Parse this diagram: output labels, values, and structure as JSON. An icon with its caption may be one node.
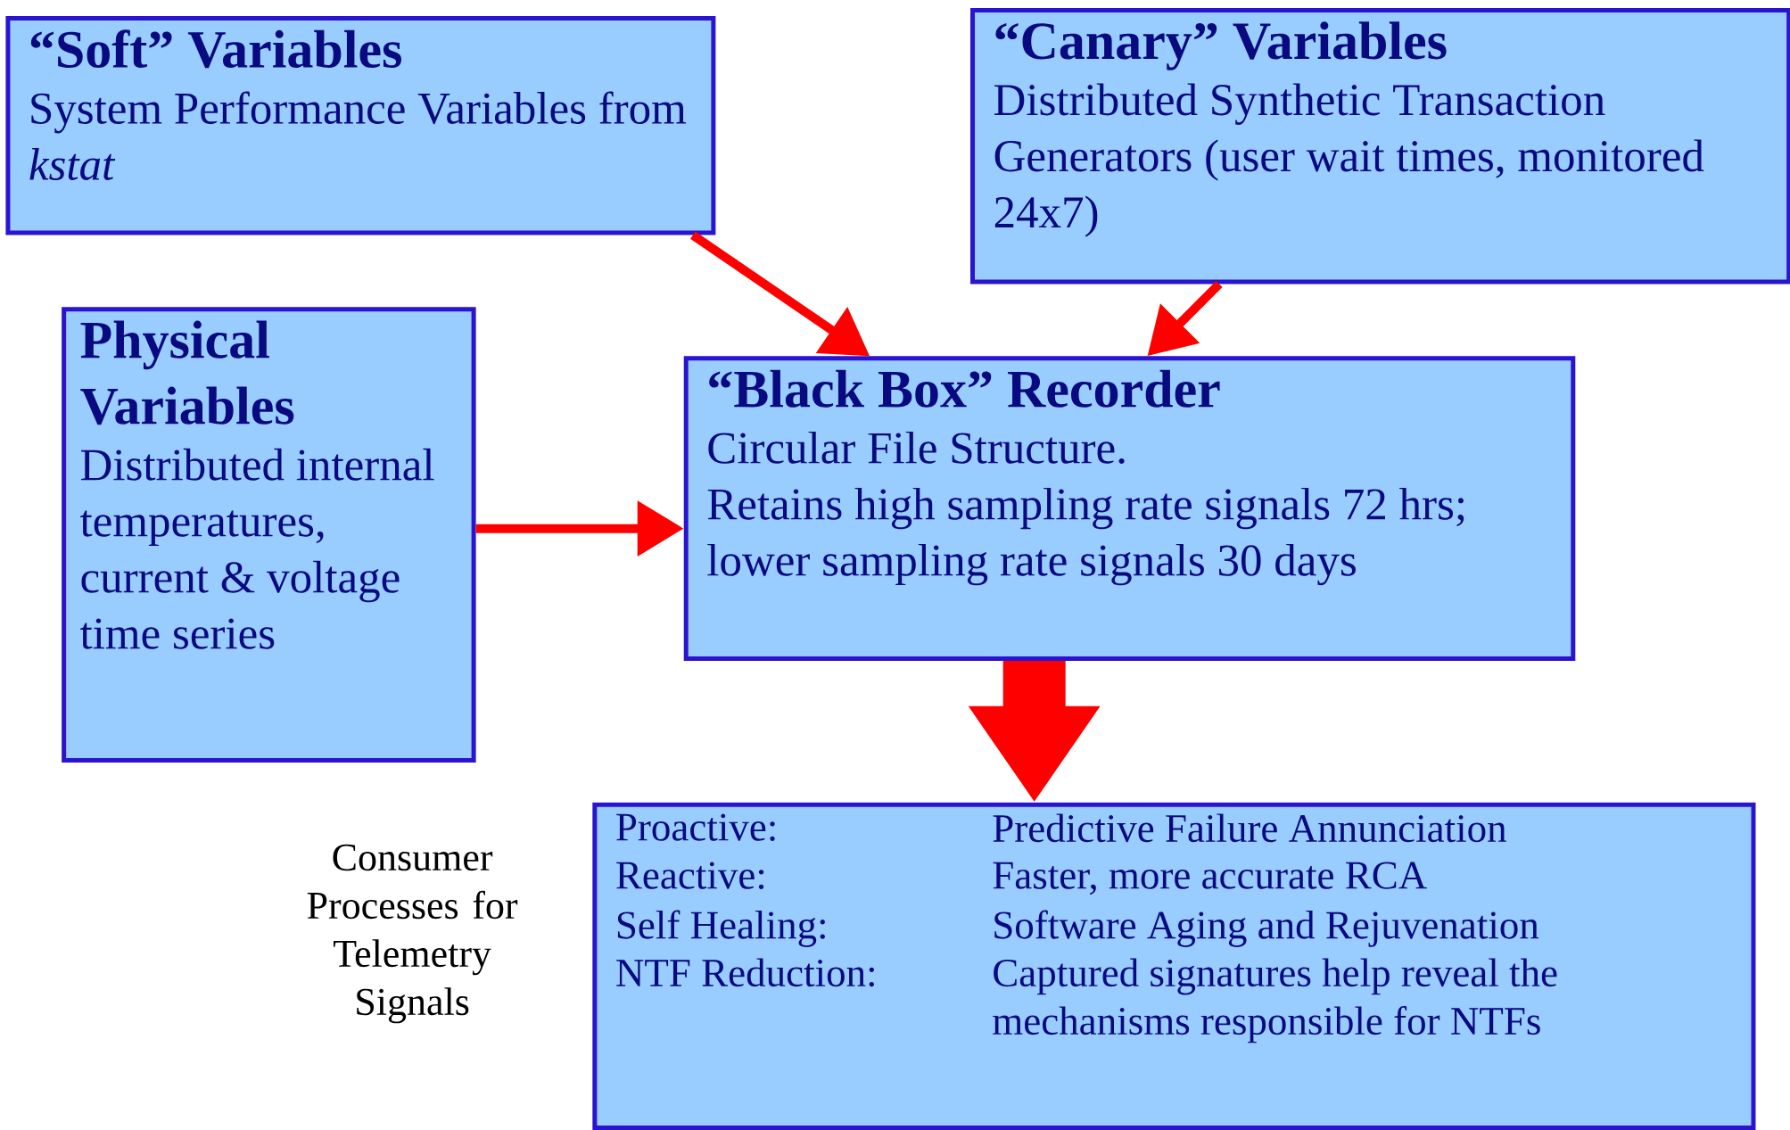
{
  "diagram": {
    "nodes": [
      {
        "text": [
          "“Soft” Variables",
          "System Performance Variables from *kstat*"
        ]
      },
      {
        "text": [
          "“Canary” Variables",
          "Distributed Synthetic Transaction Generators (user wait times, monitored 24x7)"
        ]
      },
      {
        "text": [
          "Physical Variables",
          "Distributed internal temperatures, current & voltage time series"
        ]
      },
      {
        "text": [
          "“Black Box” Recorder",
          "Circular File Structure.",
          "Retains high sampling rate signals 72 hrs; lower sampling rate signals 30 days"
        ]
      },
      {
        "text": [
          "Proactive:",
          "Predictive Failure Annunciation",
          "Reactive:",
          "Faster, more accurate RCA",
          "Self Healing:",
          "Software Aging and Rejuvenation",
          "NTF Reduction:",
          "Captured signatures help reveal the mechanisms responsible for NTFs"
        ]
      }
    ],
    "edges": [
      {
        "from": 0,
        "to": 3,
        "arrow": "to"
      },
      {
        "from": 1,
        "to": 3,
        "arrow": "to"
      },
      {
        "from": 2,
        "to": 3,
        "arrow": "to"
      },
      {
        "from": 3,
        "to": 4,
        "arrow": "to",
        "style": "thick"
      }
    ],
    "labels": [
      "Consumer Processes for Telemetry Signals"
    ]
  }
}
